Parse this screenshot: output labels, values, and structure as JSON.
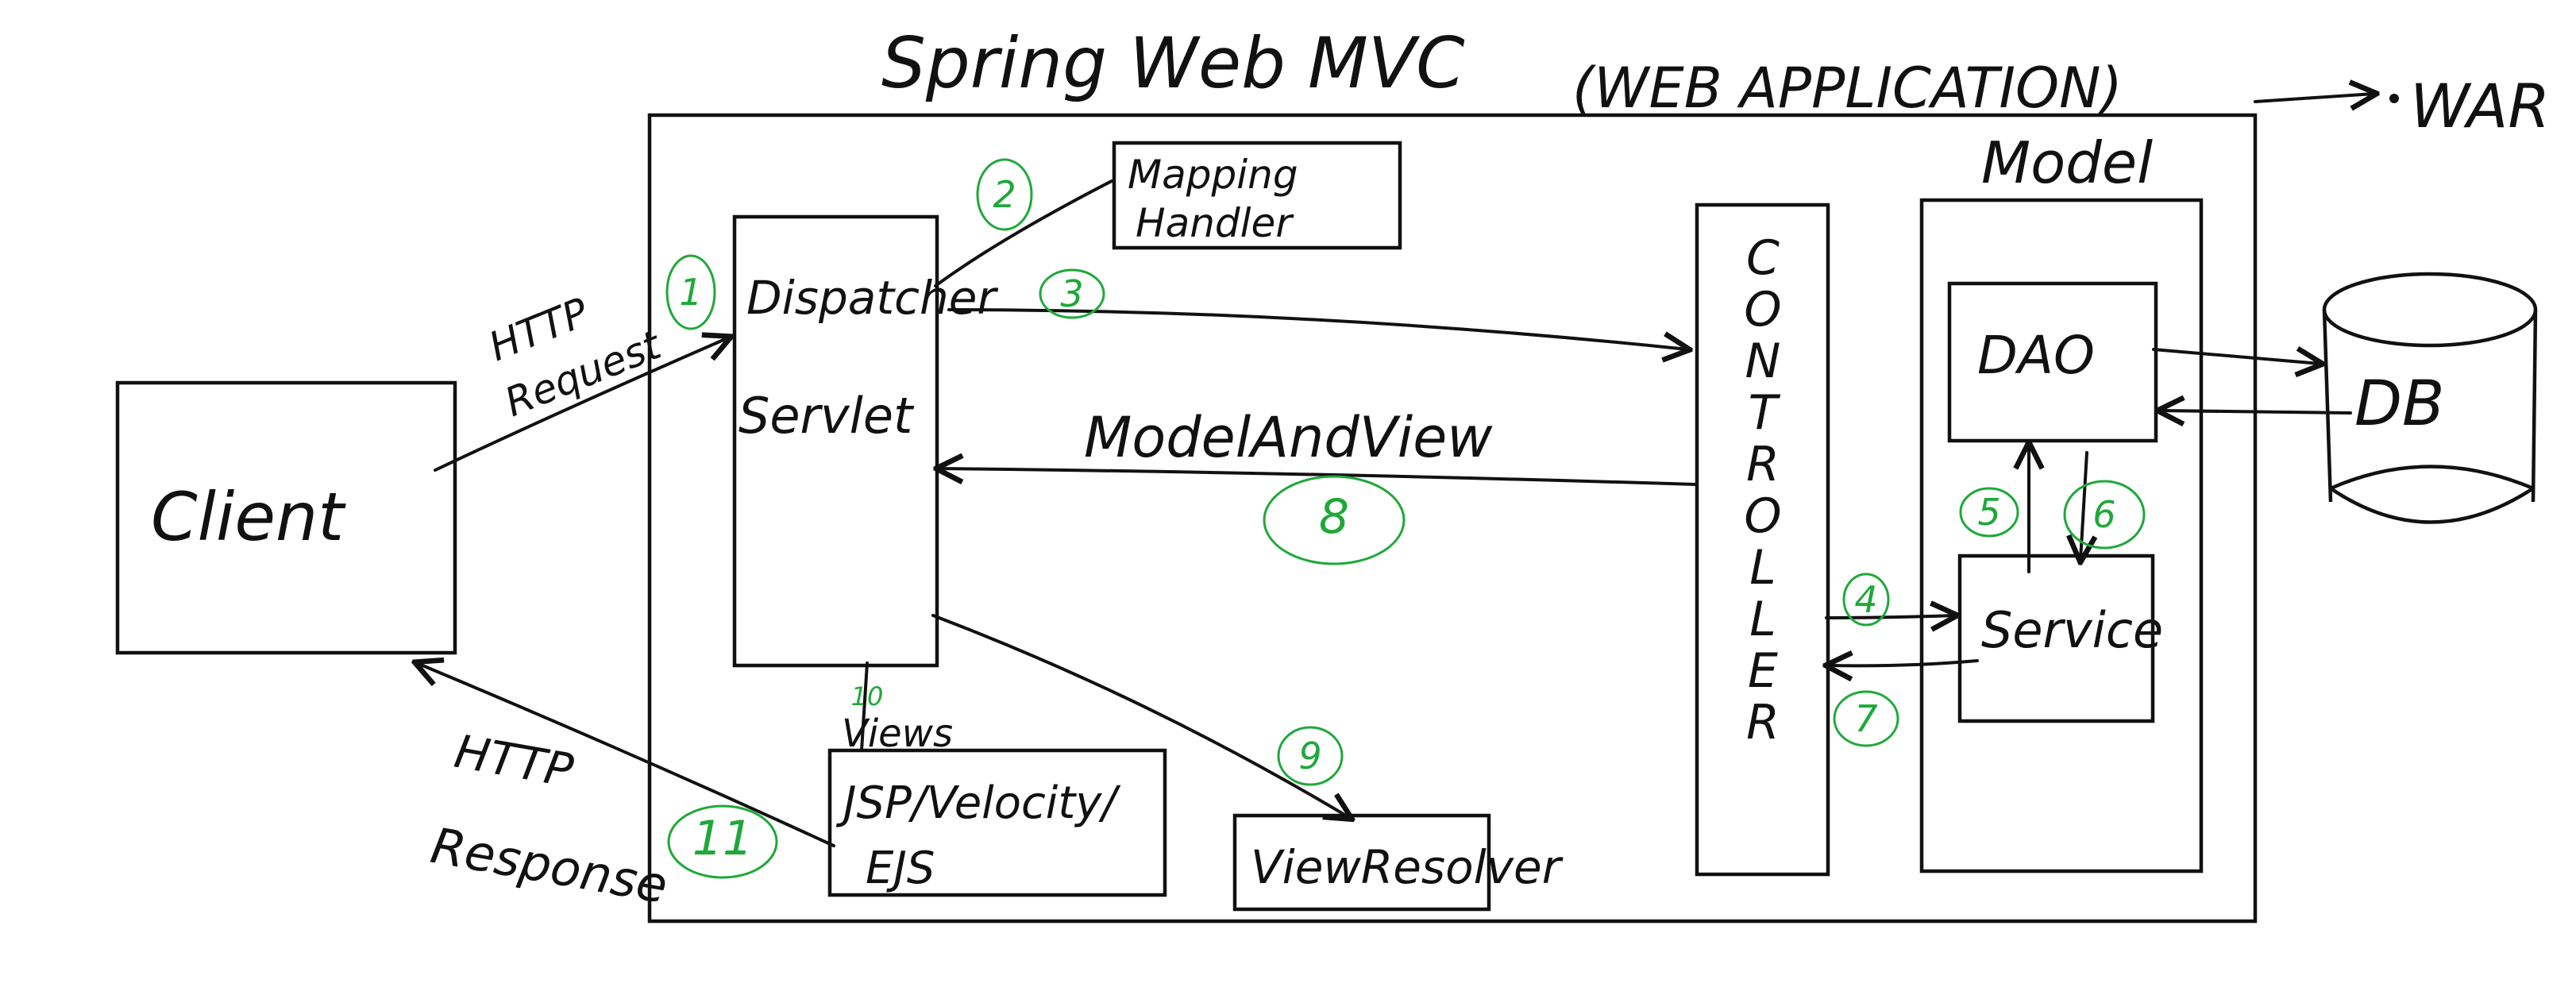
{
  "title": "Spring Web MVC",
  "subtitle": "(WEB APPLICATION)",
  "war_label": "WAR",
  "nodes": {
    "client": "Client",
    "dispatcher_line1": "Dispatcher",
    "dispatcher_line2": "Servlet",
    "mapping_line1": "Mapping",
    "mapping_line2": "Handler",
    "controller": "CONTROLLER",
    "model": "Model",
    "dao": "DAO",
    "service": "Service",
    "db": "DB",
    "views_label": "Views",
    "views_line1": "JSP/Velocity/",
    "views_line2": "EJS",
    "view_resolver": "ViewResolver"
  },
  "edges": {
    "http_request_line1": "HTTP",
    "http_request_line2": "Request",
    "http_response_line1": "HTTP",
    "http_response_line2": "Response",
    "model_and_view": "ModelAndView"
  },
  "steps": [
    "1",
    "2",
    "3",
    "4",
    "5",
    "6",
    "7",
    "8",
    "9",
    "10",
    "11"
  ],
  "colors": {
    "ink": "#111111",
    "step": "#1fa83a"
  }
}
